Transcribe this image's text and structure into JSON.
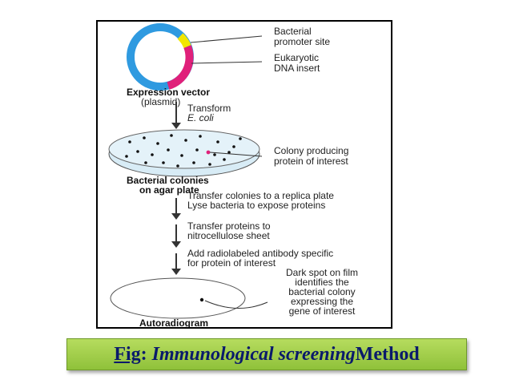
{
  "diagram": {
    "plasmid_label_line1": "Expression vector",
    "plasmid_label_line2": "(plasmid)",
    "promoter_label_line1": "Bacterial",
    "promoter_label_line2": "promoter site",
    "insert_label_line1": "Eukaryotic",
    "insert_label_line2": "DNA insert",
    "step1_line1": "Transform",
    "step1_line2": "E. coli",
    "colony_label_line1": "Colony producing",
    "colony_label_line2": "protein of interest",
    "plate_label_line1": "Bacterial colonies",
    "plate_label_line2": "on agar plate",
    "step2_line1": "Transfer colonies to a replica plate",
    "step2_line2": "Lyse bacteria to expose proteins",
    "step3_line1": "Transfer proteins to",
    "step3_line2": "nitrocellulose sheet",
    "step4_line1": "Add radiolabeled antibody specific",
    "step4_line2": "for protein of interest",
    "spot_label_line1": "Dark spot on film",
    "spot_label_line2": "identifies the",
    "spot_label_line3": "bacterial colony",
    "spot_label_line4": "expressing the",
    "spot_label_line5": "gene of interest",
    "film_label": "Autoradiogram",
    "colors": {
      "plasmid_blue": "#2f9ae0",
      "insert_magenta": "#e0207a",
      "promoter_yellow": "#f2e600",
      "plate_fill": "#d8ecf6",
      "positive_colony": "#e0207a"
    }
  },
  "caption": {
    "fig": "Fig",
    "colon": ": ",
    "title": "Immunological screening",
    "method": "Method"
  }
}
